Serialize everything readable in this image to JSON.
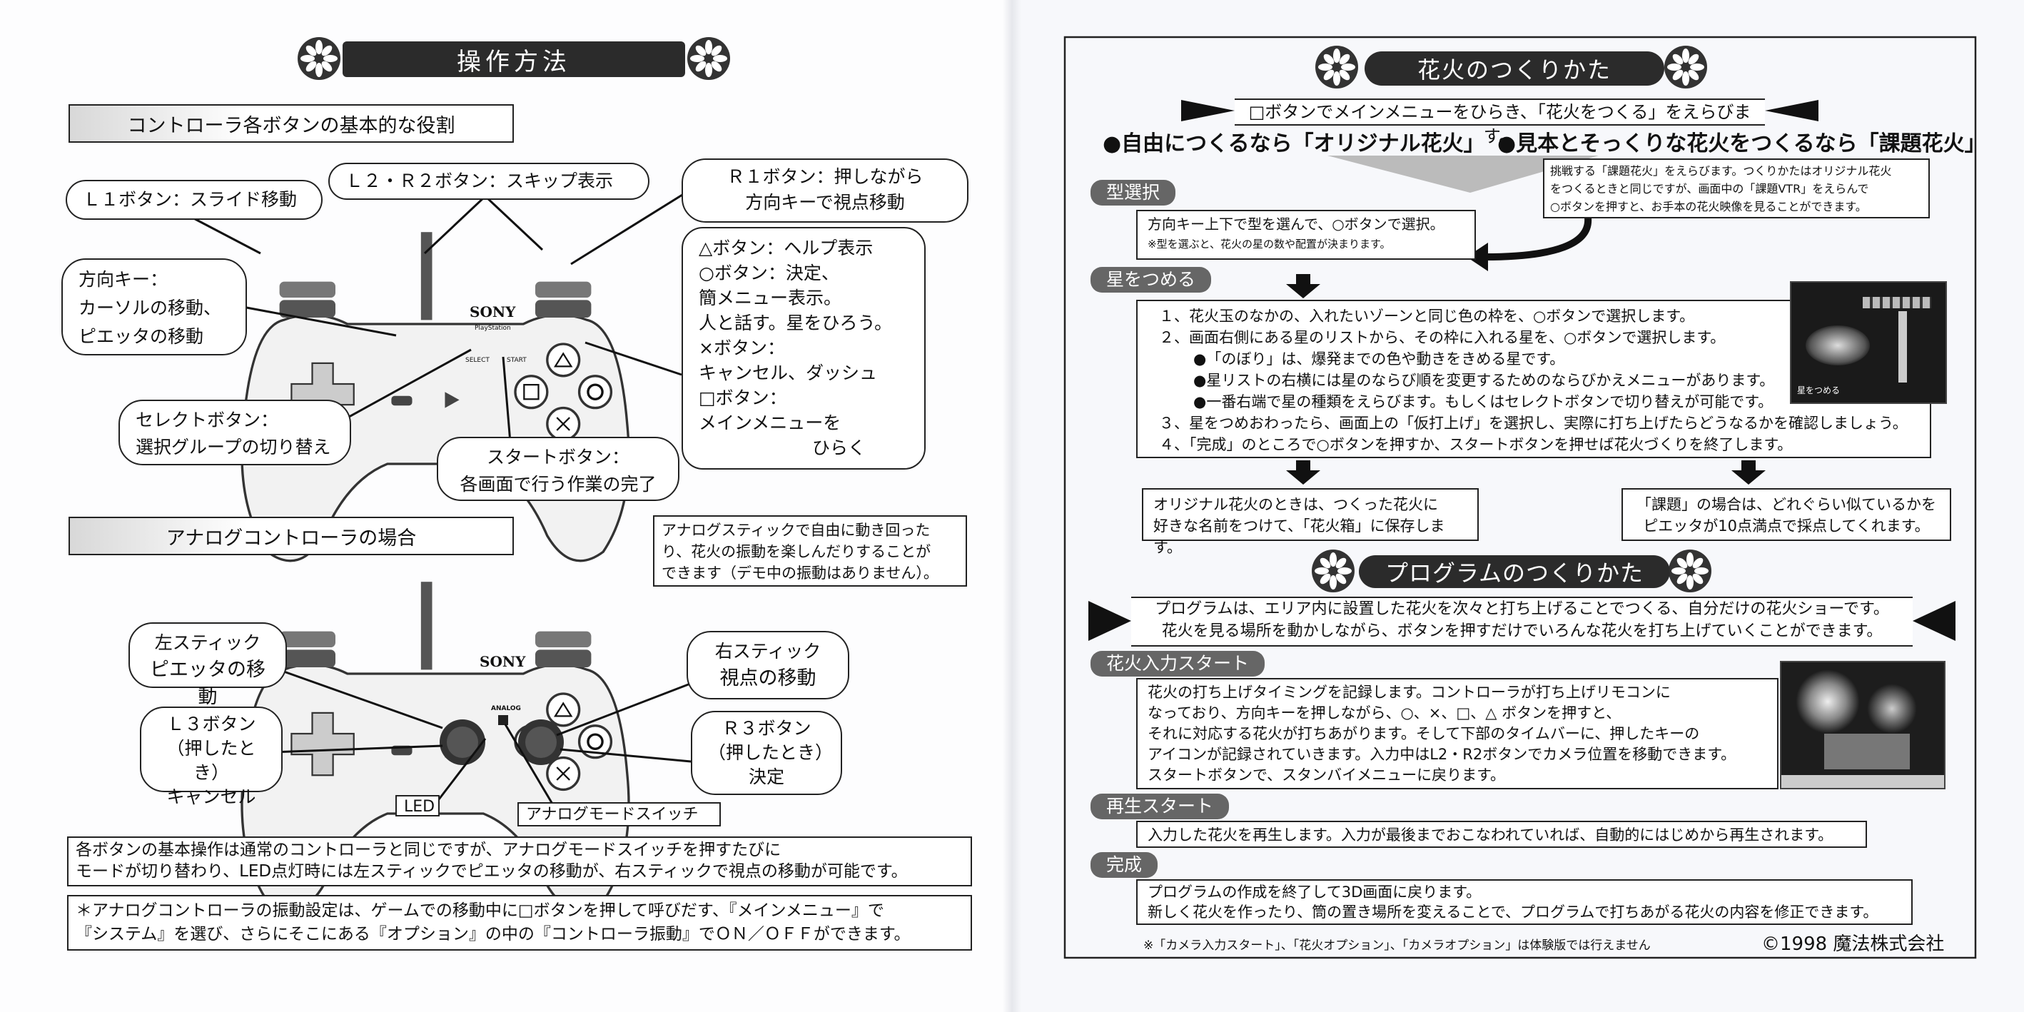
{
  "left": {
    "title": "操作方法",
    "section1_label": "コントローラ各ボタンの基本的な役割",
    "callouts": {
      "l1": "Ｌ１ボタン：スライド移動",
      "l2r2": "Ｌ２・Ｒ２ボタン：スキップ表示",
      "r1_line1": "Ｒ１ボタン：押しながら",
      "r1_line2": "方向キーで視点移動",
      "dpad_line1": "方向キー：",
      "dpad_line2": "カーソルの移動、",
      "dpad_line3": "ピエッタの移動",
      "face_lines": [
        "△ボタン：ヘルプ表示",
        "○ボタン：決定、",
        "簡メニュー表示。",
        "人と話す。星をひろう。",
        "×ボタン：",
        "キャンセル、ダッシュ",
        "□ボタン：",
        "メインメニューを",
        "ひらく"
      ],
      "select_line1": "セレクトボタン：",
      "select_line2": "選択グループの切り替え",
      "start_line1": "スタートボタン：",
      "start_line2": "各画面で行う作業の完了"
    },
    "controller_brand": "SONY",
    "controller_logo": "PlayStation",
    "controller_select": "SELECT",
    "controller_start": "START",
    "controller_analog": "ANALOG",
    "section2_label": "アナログコントローラの場合",
    "analog_note": [
      "アナログスティックで自由に動き回った",
      "り、花火の振動を楽しんだりすることが",
      "できます（デモ中の振動はありません）。"
    ],
    "analog_callouts": {
      "left_stick_line1": "左スティック",
      "left_stick_line2": "ピエッタの移動",
      "right_stick_line1": "右スティック",
      "right_stick_line2": "視点の移動",
      "l3_lines": [
        "Ｌ３ボタン",
        "（押したとき）",
        "キャンセル"
      ],
      "r3_lines": [
        "Ｒ３ボタン",
        "（押したとき）",
        "決定"
      ],
      "led": "LED",
      "analog_switch": "アナログモードスイッチ"
    },
    "bottom_text_1": [
      "各ボタンの基本操作は通常のコントローラと同じですが、アナログモードスイッチを押すたびに",
      "モードが切り替わり、LED点灯時には左スティックでピエッタの移動が、右スティックで視点の移動が可能です。"
    ],
    "bottom_text_2": [
      "＊アナログコントローラの振動設定は、ゲームでの移動中に□ボタンを押して呼びだす、『メインメニュー』で",
      "『システム』を選び、さらにそこにある『オプション』の中の『コントローラ振動』でＯＮ／ＯＦＦができます。"
    ]
  },
  "right": {
    "title": "花火のつくりかた",
    "arrow_text": "□ボタンでメインメニューをひらき、「花火をつくる」をえらびます。",
    "option_free": "●自由につくるなら「オリジナル花火」",
    "option_model": "●見本とそっくりな花火をつくるなら「課題花火」",
    "task_note": [
      "挑戦する「課題花火」をえらびます。つくりかたはオリジナル花火",
      "をつくるときと同じですが、画面中の「課題VTR」をえらんで",
      "○ボタンを押すと、お手本の花火映像を見ることができます。"
    ],
    "step1_tab": "型選択",
    "step1_text": "方向キー上下で型を選んで、○ボタンで選択。",
    "step1_small": "※型を選ぶと、花火の星の数や配置が決まります。",
    "step2_tab": "星をつめる",
    "step2_lines": [
      "１、花火玉のなかの、入れたいゾーンと同じ色の枠を、○ボタンで選択します。",
      "２、画面右側にある星のリストから、その枠に入れる星を、○ボタンで選択します。",
      "●「のぼり」は、爆発までの色や動きをきめる星です。",
      "●星リストの右横には星のならび順を変更するためのならびかえメニューがあります。",
      "●一番右端で星の種類をえらびます。もしくはセレクトボタンで切り替えが可能です。",
      "３、星をつめおわったら、画面上の「仮打上げ」を選択し、実際に打ち上げたらどうなるかを確認しましょう。",
      "４、「完成」のところで○ボタンを押すか、スタートボタンを押せば花火づくりを終了します。"
    ],
    "screenshot1_caption": "星をつめる",
    "result_original": [
      "オリジナル花火のときは、つくった花火に",
      "好きな名前をつけて、「花火箱」に保存します。"
    ],
    "result_task": [
      "「課題」の場合は、どれぐらい似ているかを",
      "ピエッタが10点満点で採点してくれます。"
    ],
    "title2": "プログラムのつくりかた",
    "program_intro": [
      "プログラムは、エリア内に設置した花火を次々と打ち上げることでつくる、自分だけの花火ショーです。",
      "花火を見る場所を動かしながら、ボタンを押すだけでいろんな花火を打ち上げていくことができます。"
    ],
    "input_tab": "花火入力スタート",
    "input_lines": [
      "花火の打ち上げタイミングを記録します。コントローラが打ち上げリモコンに",
      "なっており、方向キーを押しながら、○、×、□、△ ボタンを押すと、",
      "それに対応する花火が打ちあがります。そして下部のタイムバーに、押したキーの",
      "アイコンが記録されていきます。入力中はL2・R2ボタンでカメラ位置を移動できます。",
      "スタートボタンで、スタンバイメニューに戻ります。"
    ],
    "replay_tab": "再生スタート",
    "replay_text": "入力した花火を再生します。入力が最後までおこなわれていれば、自動的にはじめから再生されます。",
    "done_tab": "完成",
    "done_lines": [
      "プログラムの作成を終了して3D画面に戻ります。",
      "新しく花火を作ったり、筒の置き場所を変えることで、プログラムで打ちあがる花火の内容を修正できます。"
    ],
    "footnote": "※「カメラ入力スタート」、「花火オプション」、「カメラオプション」は体験版では行えません",
    "copyright": "©1998 魔法株式会社"
  }
}
